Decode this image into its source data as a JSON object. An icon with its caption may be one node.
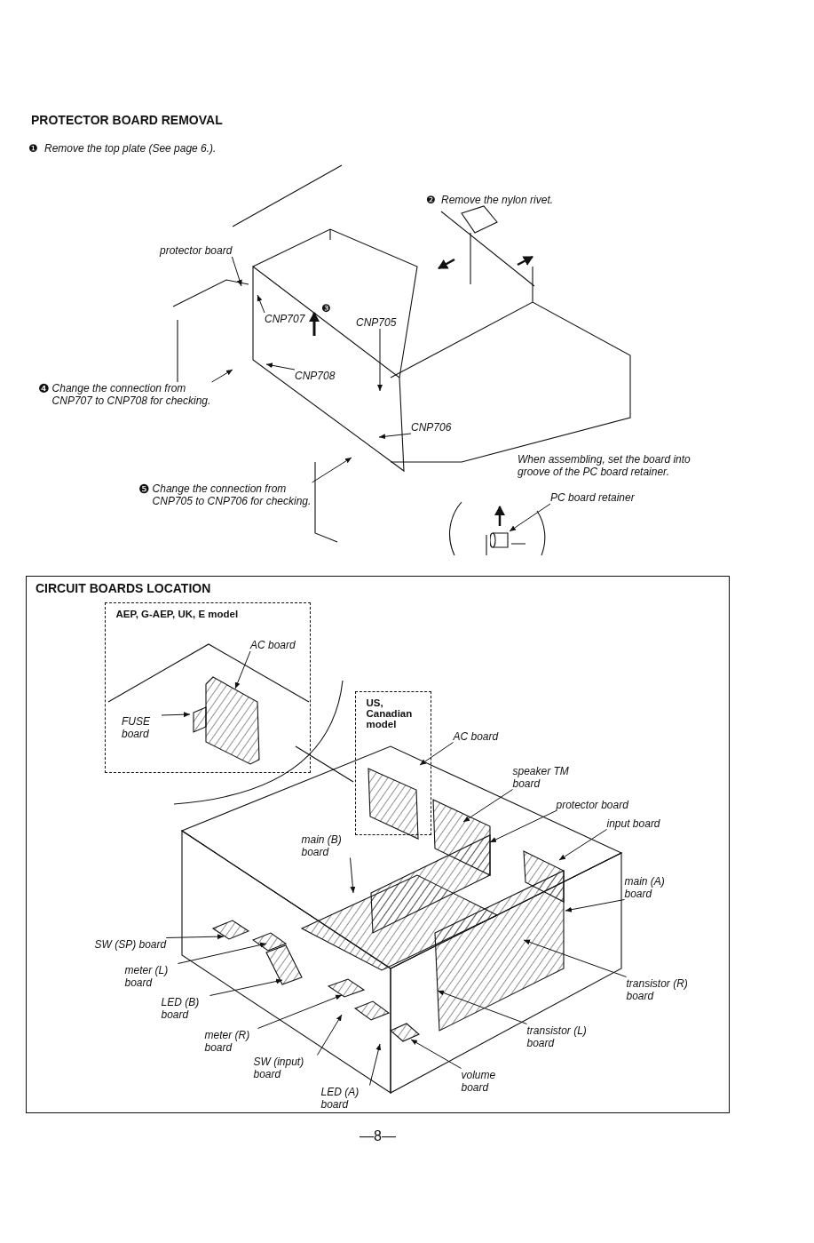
{
  "diagram": {
    "title": "PROTECTOR BOARD REMOVAL",
    "nodes": [
      {
        "text": [
          "protector board"
        ]
      },
      {
        "text": [
          "CNP707"
        ]
      },
      {
        "text": [
          "CNP705"
        ]
      },
      {
        "text": [
          "CNP708"
        ]
      },
      {
        "text": [
          "CNP706"
        ]
      },
      {
        "text": [
          "❹",
          "Change the connection from CNP707 to CNP708 for checking."
        ]
      },
      {
        "text": [
          "❺",
          "Change the connection from CNP705 to CNP706 for checking."
        ]
      },
      {
        "text": [
          "PC board retainer"
        ]
      },
      {
        "text": [
          "CIRCUIT BOARDS LOCATION"
        ]
      },
      {
        "text": [
          "AEP, G-AEP, UK, E model"
        ],
        "in": 8
      },
      {
        "text": [
          "AC board"
        ],
        "in": 9
      },
      {
        "text": [
          "FUSE board"
        ],
        "in": 9
      },
      {
        "text": [
          "US, Canadian model"
        ],
        "in": 8
      },
      {
        "text": [
          "AC board"
        ],
        "in": 8
      },
      {
        "text": [
          "speaker TM board"
        ],
        "in": 8
      },
      {
        "text": [
          "protector board"
        ],
        "in": 8
      },
      {
        "text": [
          "input board"
        ],
        "in": 8
      },
      {
        "text": [
          "main (A) board"
        ],
        "in": 8
      },
      {
        "text": [
          "main (B) board"
        ],
        "in": 8
      },
      {
        "text": [
          "SW (SP) board"
        ],
        "in": 8
      },
      {
        "text": [
          "meter (L) board"
        ],
        "in": 8
      },
      {
        "text": [
          "LED (B) board"
        ],
        "in": 8
      },
      {
        "text": [
          "meter (R) board"
        ],
        "in": 8
      },
      {
        "text": [
          "SW (input) board"
        ],
        "in": 8
      },
      {
        "text": [
          "LED (A) board"
        ],
        "in": 8
      },
      {
        "text": [
          "transistor (R) board"
        ],
        "in": 8
      },
      {
        "text": [
          "transistor (L) board"
        ],
        "in": 8
      },
      {
        "text": [
          "volume board"
        ],
        "in": 8
      },
      {
        "text": [],
        "shape": "box",
        "in": 12
      },
      {
        "text": [],
        "shape": "picture"
      }
    ],
    "edges": [
      {
        "from": 0,
        "to": null,
        "arrow": "to"
      },
      {
        "from": 1,
        "to": null,
        "arrow": "to"
      },
      {
        "from": 2,
        "to": null,
        "arrow": "to"
      },
      {
        "from": 3,
        "to": null,
        "arrow": "to"
      },
      {
        "from": 4,
        "to": null,
        "arrow": "to"
      },
      {
        "from": 5,
        "to": null,
        "arrow": "to"
      },
      {
        "from": 6,
        "to": null,
        "arrow": "to"
      },
      {
        "from": 7,
        "to": 29,
        "arrow": "to"
      },
      {
        "from": 10,
        "to": null,
        "arrow": "to"
      },
      {
        "from": 11,
        "to": null,
        "arrow": "to"
      },
      {
        "from": 13,
        "to": 28,
        "arrow": "to"
      },
      {
        "from": 14,
        "to": null,
        "arrow": "to"
      },
      {
        "from": 15,
        "to": null,
        "arrow": "to"
      },
      {
        "from": 16,
        "to": null,
        "arrow": "to"
      },
      {
        "from": 17,
        "to": null,
        "arrow": "to"
      },
      {
        "from": 18,
        "to": null,
        "arrow": "to"
      },
      {
        "from": 19,
        "to": null,
        "arrow": "to"
      },
      {
        "from": 20,
        "to": null,
        "arrow": "to"
      },
      {
        "from": 21,
        "to": null,
        "arrow": "to"
      },
      {
        "from": 22,
        "to": null,
        "arrow": "to"
      },
      {
        "from": 23,
        "to": null,
        "arrow": "to"
      },
      {
        "from": 24,
        "to": null,
        "arrow": "to"
      },
      {
        "from": 25,
        "to": null,
        "arrow": "to"
      },
      {
        "from": 26,
        "to": null,
        "arrow": "to"
      },
      {
        "from": 27,
        "to": null,
        "arrow": "to"
      }
    ],
    "labels": [
      "❶",
      "Remove the top plate (See page 6.).",
      "❷",
      "Remove the nylon rivet.",
      "❸",
      "When assembling, set the board into groove of the PC board retainer.",
      "—8—"
    ]
  }
}
